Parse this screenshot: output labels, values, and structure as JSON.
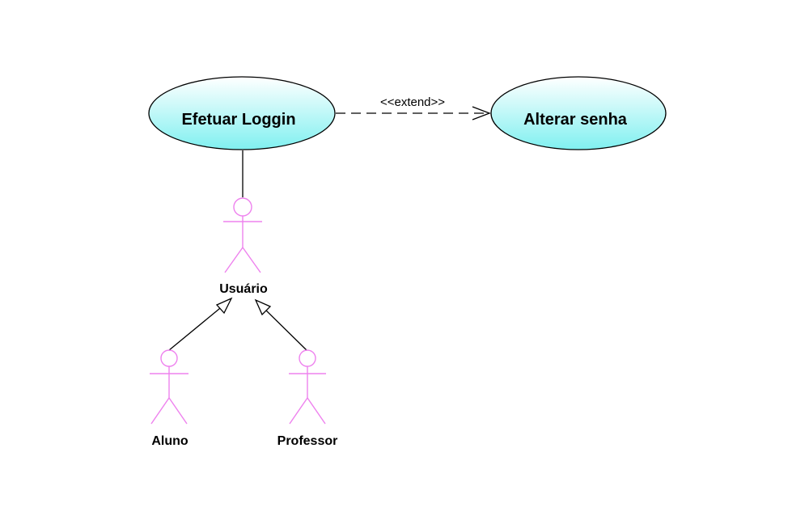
{
  "diagram": {
    "type": "uml-use-case",
    "use_cases": [
      {
        "id": "login",
        "label": "Efetuar Loggin"
      },
      {
        "id": "change_password",
        "label": "Alterar senha"
      }
    ],
    "actors": [
      {
        "id": "usuario",
        "label": "Usuário"
      },
      {
        "id": "aluno",
        "label": "Aluno"
      },
      {
        "id": "professor",
        "label": "Professor"
      }
    ],
    "relationships": [
      {
        "type": "association",
        "from": "usuario",
        "to": "login"
      },
      {
        "type": "extend",
        "from": "login",
        "to": "change_password",
        "label": "<<extend>>"
      },
      {
        "type": "generalization",
        "from": "aluno",
        "to": "usuario"
      },
      {
        "type": "generalization",
        "from": "professor",
        "to": "usuario"
      }
    ]
  },
  "colors": {
    "use_case_fill_top": "#ffffff",
    "use_case_fill_bottom": "#80f0f0",
    "use_case_stroke": "#000000",
    "actor_stroke": "#ee82ee",
    "line_stroke": "#000000"
  }
}
